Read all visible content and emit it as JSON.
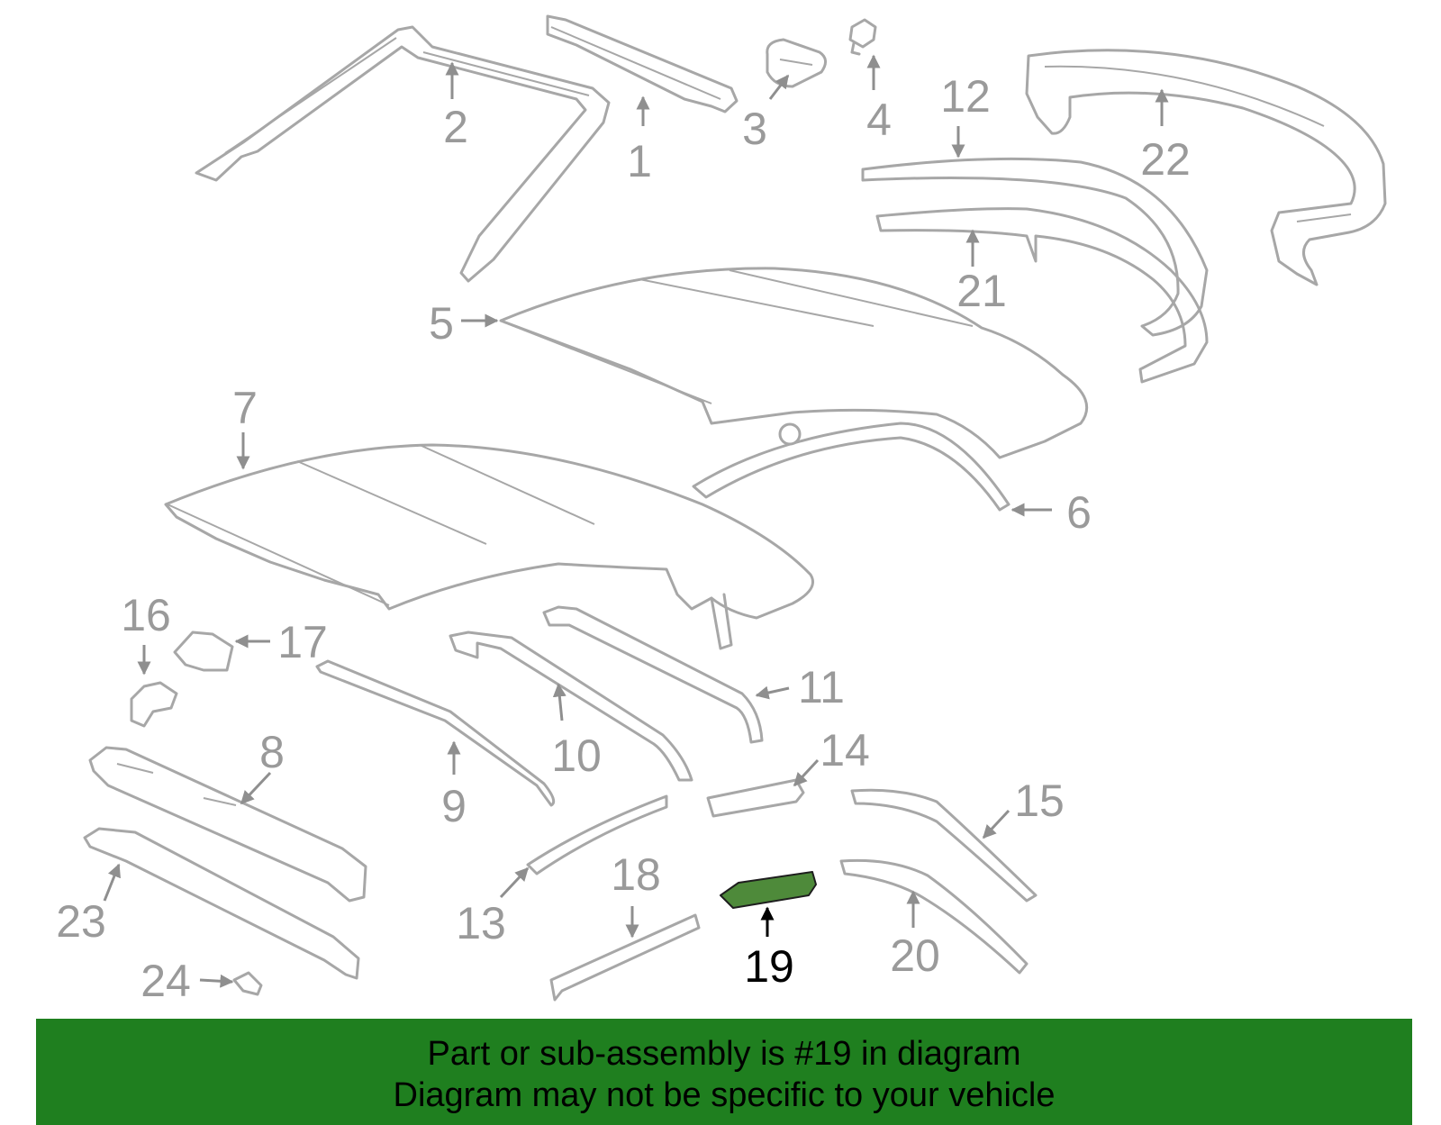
{
  "diagram": {
    "highlight_color": "#4e8a3a",
    "callouts": [
      "1",
      "2",
      "3",
      "4",
      "5",
      "6",
      "7",
      "8",
      "9",
      "10",
      "11",
      "12",
      "13",
      "14",
      "15",
      "16",
      "17",
      "18",
      "19",
      "20",
      "21",
      "22",
      "23",
      "24"
    ],
    "highlighted_part": "19"
  },
  "banner": {
    "background": "#1f7f1f",
    "line1": "Part or sub-assembly is #19 in diagram",
    "line2": "Diagram may not be specific to your vehicle"
  }
}
